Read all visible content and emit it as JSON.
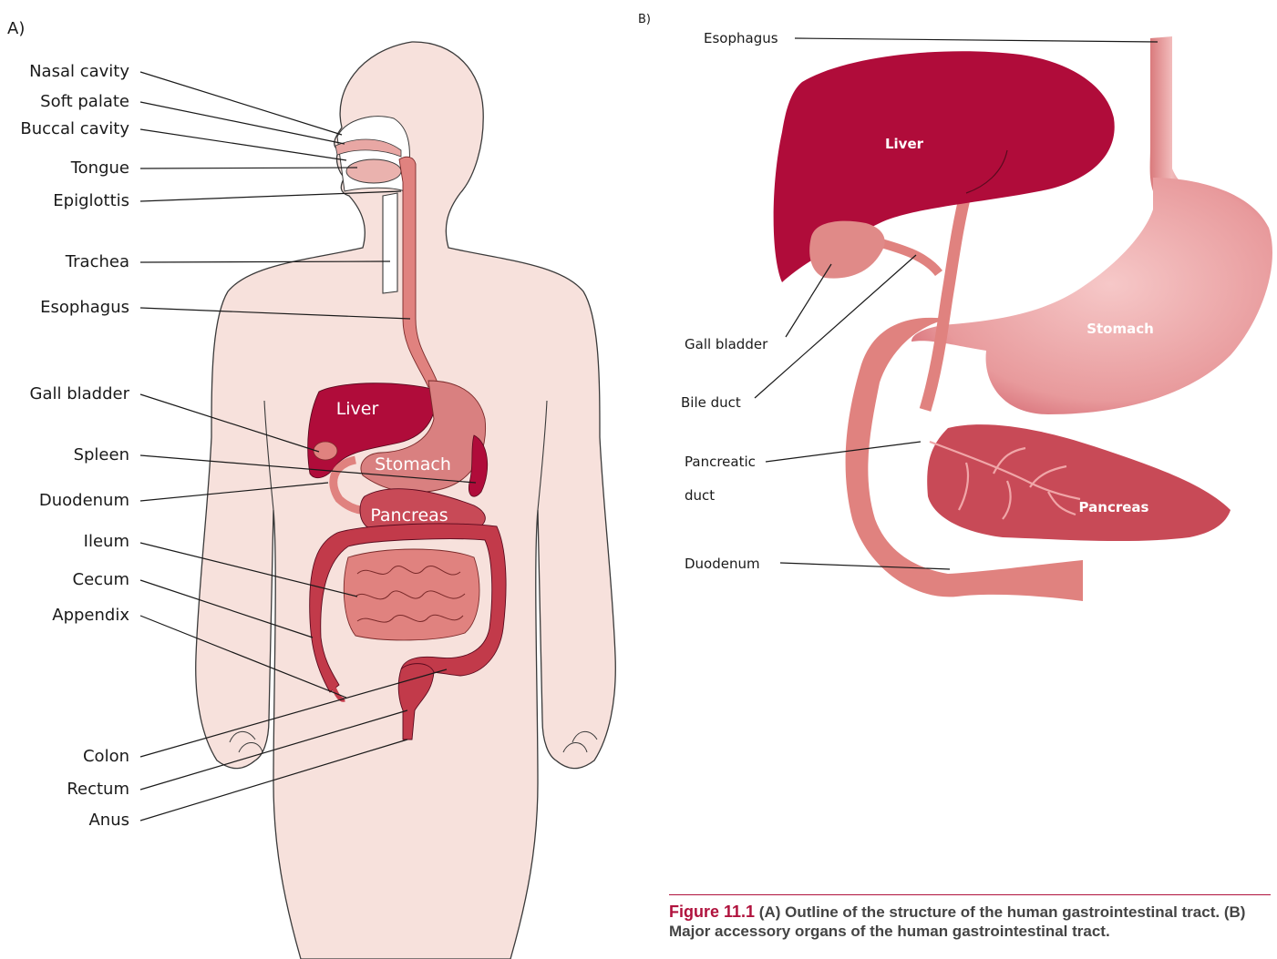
{
  "panel_a": {
    "tag": "A)",
    "labels": {
      "nasal_cavity": "Nasal cavity",
      "soft_palate": "Soft palate",
      "buccal_cavity": "Buccal cavity",
      "tongue": "Tongue",
      "epiglottis": "Epiglottis",
      "trachea": "Trachea",
      "esophagus": "Esophagus",
      "gall_bladder": "Gall bladder",
      "spleen": "Spleen",
      "duodenum": "Duodenum",
      "ileum": "Ileum",
      "cecum": "Cecum",
      "appendix": "Appendix",
      "colon": "Colon",
      "rectum": "Rectum",
      "anus": "Anus"
    },
    "organ_labels": {
      "liver": "Liver",
      "stomach": "Stomach",
      "pancreas": "Pancreas"
    }
  },
  "panel_b": {
    "tag": "B)",
    "labels": {
      "esophagus": "Esophagus",
      "gall_bladder": "Gall bladder",
      "bile_duct": "Bile duct",
      "pancreatic_duct_line1": "Pancreatic",
      "pancreatic_duct_line2": "duct",
      "duodenum": "Duodenum"
    },
    "organ_labels": {
      "liver": "Liver",
      "stomach": "Stomach",
      "pancreas": "Pancreas"
    }
  },
  "caption": {
    "figure_number": "Figure 11.1",
    "text": "(A) Outline of the structure of the human gastrointestinal tract. (B) Major accessory organs of the human gastrointestinal tract."
  },
  "colors": {
    "body_fill": "#f7e1dc",
    "liver": "#b00c3a",
    "stomach": "#d98080",
    "pancreas": "#c84a57",
    "colon": "#c23a4a",
    "tract": "#e0827f",
    "caption_accent": "#b0123d"
  }
}
